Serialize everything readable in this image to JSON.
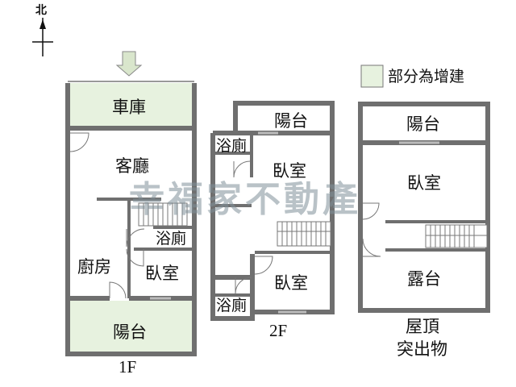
{
  "compass": {
    "label": "北"
  },
  "legend": {
    "label": "部分為增建",
    "swatch_color": "#e7f2df"
  },
  "watermark": "幸福家不動產",
  "colors": {
    "wall": "#6f6f6f",
    "annex_fill": "#e7f2df",
    "arrow_fill": "#d9e6cc"
  },
  "floors": {
    "f1": {
      "caption": "1F",
      "rooms": {
        "garage": "車庫",
        "living": "客廳",
        "bath": "浴廁",
        "kitchen": "廚房",
        "bedroom": "臥室",
        "balcony": "陽台"
      }
    },
    "f2": {
      "caption": "2F",
      "rooms": {
        "balcony": "陽台",
        "bath_top": "浴廁",
        "bedroom_top": "臥室",
        "bedroom_bottom": "臥室",
        "bath_bottom": "浴廁"
      }
    },
    "roof": {
      "caption_line1": "屋頂",
      "caption_line2": "突出物",
      "rooms": {
        "balcony": "陽台",
        "bedroom": "臥室",
        "terrace": "露台"
      }
    }
  }
}
